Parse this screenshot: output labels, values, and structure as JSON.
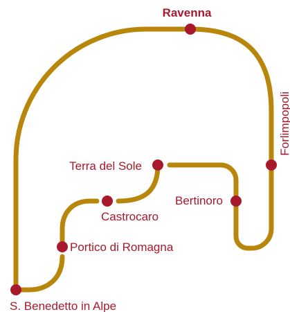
{
  "colors": {
    "route": "#b8860b",
    "stop": "#a8192e",
    "label": "#a8192e",
    "background": "#ffffff"
  },
  "stops": [
    {
      "id": "ravenna",
      "label": "Ravenna",
      "emphasis": "bold"
    },
    {
      "id": "forlimpopoli",
      "label": "Forlimpopoli",
      "emphasis": "normal"
    },
    {
      "id": "terra-del-sole",
      "label": "Terra del Sole",
      "emphasis": "normal"
    },
    {
      "id": "bertinoro",
      "label": "Bertinoro",
      "emphasis": "normal"
    },
    {
      "id": "castrocaro",
      "label": "Castrocaro",
      "emphasis": "normal"
    },
    {
      "id": "portico-di-romagna",
      "label": "Portico di Romagna",
      "emphasis": "normal"
    },
    {
      "id": "s-benedetto-in-alpe",
      "label": "S. Benedetto in Alpe",
      "emphasis": "normal"
    }
  ]
}
